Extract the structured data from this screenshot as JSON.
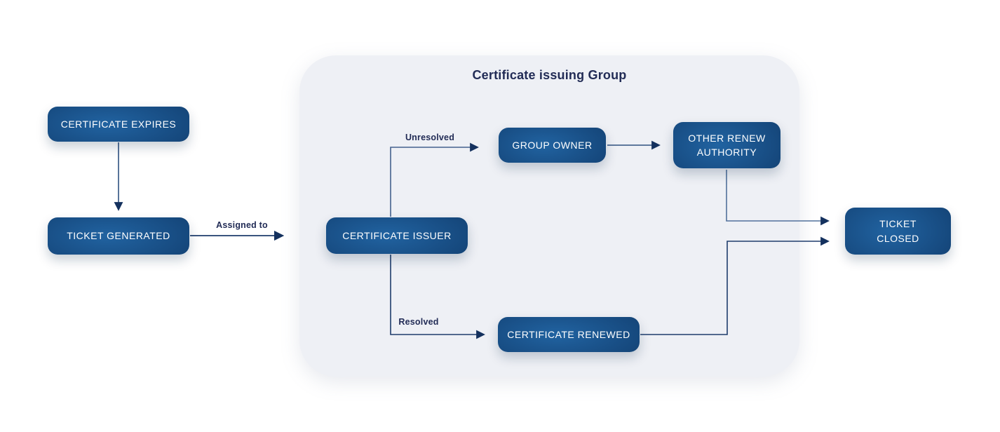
{
  "diagram": {
    "group": {
      "title": "Certificate issuing Group"
    },
    "nodes": [
      {
        "id": "certificate-expires",
        "label": "CERTIFICATE EXPIRES"
      },
      {
        "id": "ticket-generated",
        "label": "TICKET GENERATED"
      },
      {
        "id": "certificate-issuer",
        "label": "CERTIFICATE ISSUER"
      },
      {
        "id": "group-owner",
        "label": "GROUP OWNER"
      },
      {
        "id": "other-renew-authority",
        "label": "OTHER RENEW AUTHORITY"
      },
      {
        "id": "certificate-renewed",
        "label": "CERTIFICATE RENEWED"
      },
      {
        "id": "ticket-closed",
        "label": "TICKET CLOSED"
      }
    ],
    "edges": [
      {
        "from": "certificate-expires",
        "to": "ticket-generated",
        "label": ""
      },
      {
        "from": "ticket-generated",
        "to": "certificate-issuer",
        "label": "Assigned to"
      },
      {
        "from": "certificate-issuer",
        "to": "group-owner",
        "label": "Unresolved"
      },
      {
        "from": "group-owner",
        "to": "other-renew-authority",
        "label": ""
      },
      {
        "from": "certificate-issuer",
        "to": "certificate-renewed",
        "label": "Resolved"
      },
      {
        "from": "other-renew-authority",
        "to": "ticket-closed",
        "label": ""
      },
      {
        "from": "certificate-renewed",
        "to": "ticket-closed",
        "label": ""
      }
    ],
    "colors": {
      "node_gradient_center": "#2163a1",
      "node_gradient_edge": "#0a2a4d",
      "node_text": "#ffffff",
      "group_fill": "#eef0f5",
      "title_text": "#222c56",
      "connector_line": "#2f5180",
      "connector_line_light": "#51719b",
      "connector_line_dark": "#1e3c6c",
      "arrowhead": "#14315e",
      "background": "#ffffff"
    }
  }
}
